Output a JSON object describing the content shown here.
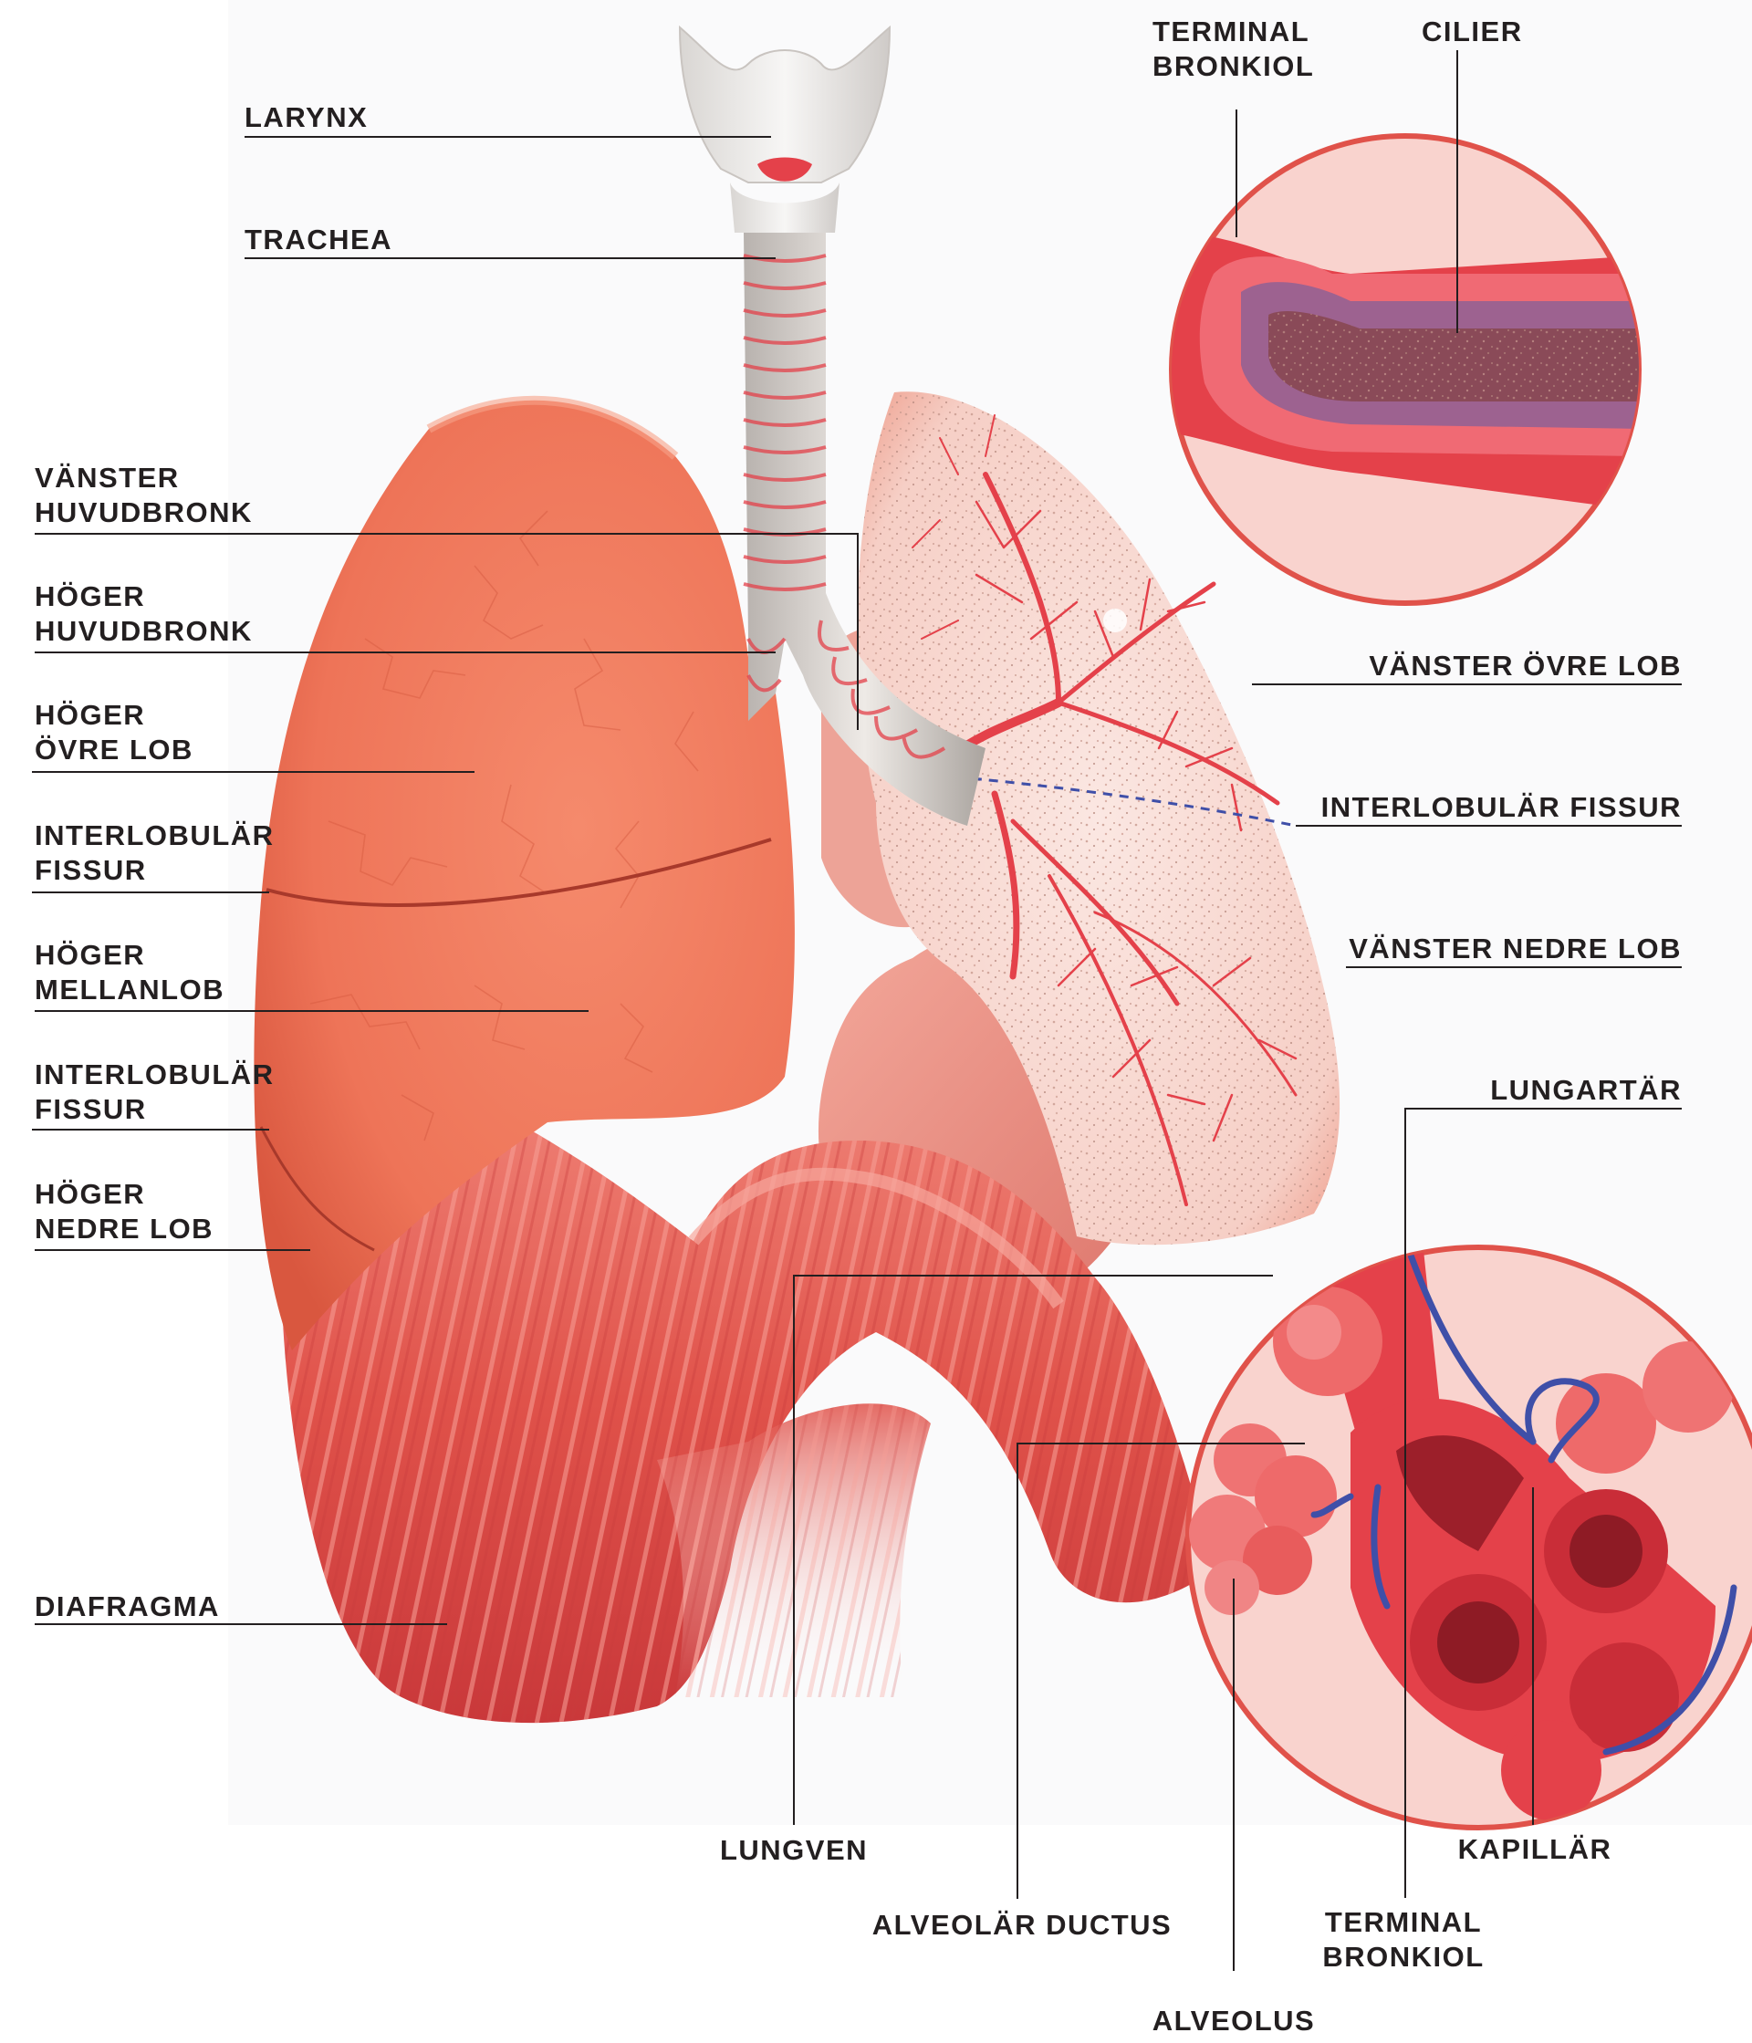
{
  "labels": {
    "larynx": "LARYNX",
    "trachea": "TRACHEA",
    "vanster_huvudbronk": "VÄNSTER\nHUVUDBRONK",
    "hoger_huvudbronk": "HÖGER\nHUVUDBRONK",
    "hoger_ovre_lob": "HÖGER\nÖVRE LOB",
    "interlobular_fissur_1": "INTERLOBULÄR\nFISSUR",
    "hoger_mellanlob": "HÖGER\nMELLANLOB",
    "interlobular_fissur_2": "INTERLOBULÄR\nFISSUR",
    "hoger_nedre_lob": "HÖGER\nNEDRE LOB",
    "diafragma": "DIAFRAGMA",
    "terminal_bronkiol_top": "TERMINAL\nBRONKIOL",
    "cilier": "CILIER",
    "vanster_ovre_lob": "VÄNSTER ÖVRE LOB",
    "interlobular_fissur_right": "INTERLOBULÄR FISSUR",
    "vanster_nedre_lob": "VÄNSTER NEDRE LOB",
    "lungartar": "LUNGARTÄR",
    "lungven": "LUNGVEN",
    "alveolar_ductus": "ALVEOLÄR DUCTUS",
    "alveolus": "ALVEOLUS",
    "kapillar": "KAPILLÄR",
    "terminal_bronkiol_bottom": "TERMINAL\nBRONKIOL"
  },
  "colors": {
    "lung": "#ee7a5f",
    "lung_dark": "#d9573f",
    "diaphragm": "#e0524a",
    "vessel": "#e4414a",
    "vein": "#3f4fa8",
    "inset_bg": "#f9d3ce",
    "leader": "#231f20"
  }
}
